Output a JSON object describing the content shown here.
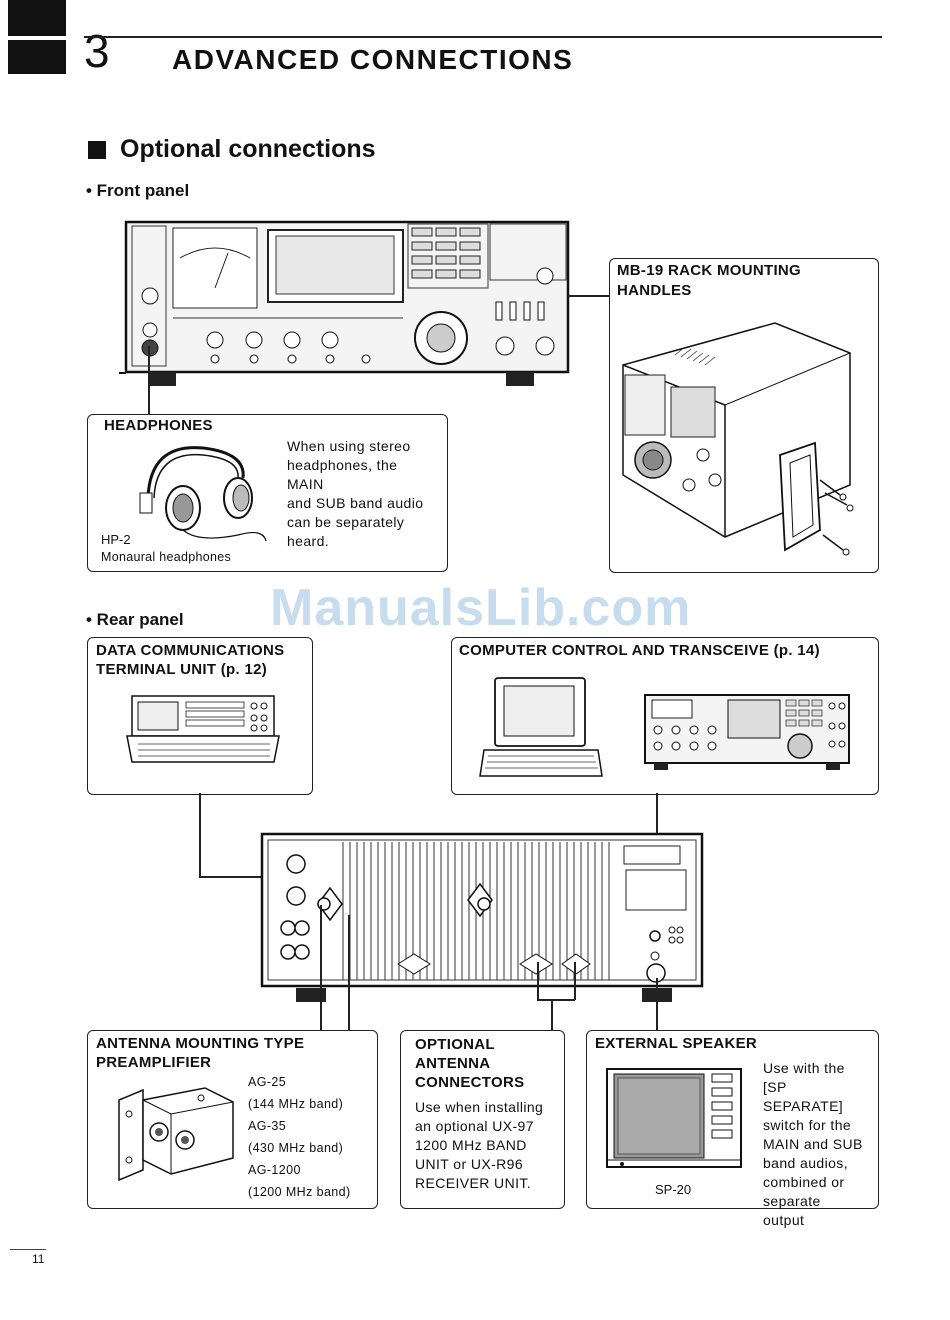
{
  "header": {
    "chapter_number": "3",
    "chapter_title": "ADVANCED CONNECTIONS"
  },
  "section": {
    "title": "Optional connections",
    "front_panel_label": "• Front panel",
    "rear_panel_label": "• Rear panel"
  },
  "front_panel": {
    "headphones": {
      "title": "HEADPHONES",
      "description": [
        "When using stereo",
        "headphones, the MAIN",
        "and SUB band audio",
        "can be separately",
        "heard."
      ],
      "model": "HP-2",
      "model_desc": "Monaural headphones"
    },
    "rack": {
      "title_line1": "MB-19 RACK MOUNTING",
      "title_line2": "HANDLES"
    }
  },
  "rear_panel": {
    "data_comm": {
      "title_line1": "DATA COMMUNICATIONS",
      "title_line2": "TERMINAL UNIT (p. 12)"
    },
    "computer": {
      "title": "COMPUTER CONTROL AND TRANSCEIVE (p. 14)"
    },
    "preamp": {
      "title_line1": "ANTENNA MOUNTING TYPE",
      "title_line2": "PREAMPLIFIER",
      "models": [
        {
          "name": "AG-25",
          "band": "(144 MHz band)"
        },
        {
          "name": "AG-35",
          "band": "(430 MHz band)"
        },
        {
          "name": "AG-1200",
          "band": "(1200 MHz band)"
        }
      ]
    },
    "optional_antenna": {
      "title_lines": [
        "OPTIONAL",
        "ANTENNA",
        "CONNECTORS"
      ],
      "description": [
        "Use when installing",
        "an optional UX-97",
        "1200 MHz BAND",
        "UNIT or UX-R96",
        "RECEIVER UNIT."
      ]
    },
    "speaker": {
      "title": "EXTERNAL SPEAKER",
      "description": [
        "Use with the [SP",
        "SEPARATE]",
        "switch for the",
        "MAIN and SUB",
        "band audios,",
        "combined or",
        "separate output"
      ],
      "model": "SP-20"
    }
  },
  "watermark": "ManualsLib.com",
  "footer": {
    "page_number": "11"
  }
}
